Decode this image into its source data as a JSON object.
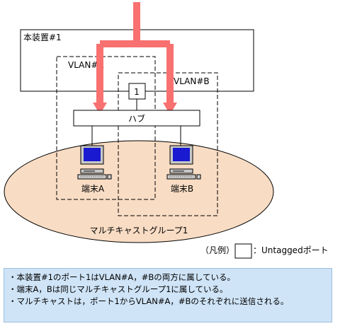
{
  "device": {
    "label": "本装置#1"
  },
  "vlans": [
    {
      "label": "VLAN#A"
    },
    {
      "label": "VLAN#B"
    }
  ],
  "port": {
    "label": "1"
  },
  "hub": {
    "label": "ハブ"
  },
  "terminals": [
    {
      "label": "端末A"
    },
    {
      "label": "端末B"
    }
  ],
  "group": {
    "label": "マルチキャストグループ1"
  },
  "legend": {
    "prefix": "（凡例）",
    "item": "：Untaggedポート"
  },
  "notes": [
    "・本装置#1のポート1はVLAN#A，#Bの両方に属している。",
    "・端末A，Bは同じマルチキャストグループ1に属している。",
    "・マルチキャストは，ポート1からVLAN#A，#Bのそれぞれに送信される。"
  ],
  "colors": {
    "arrow": "#f87070",
    "group_fill": "#f8dcc4"
  }
}
